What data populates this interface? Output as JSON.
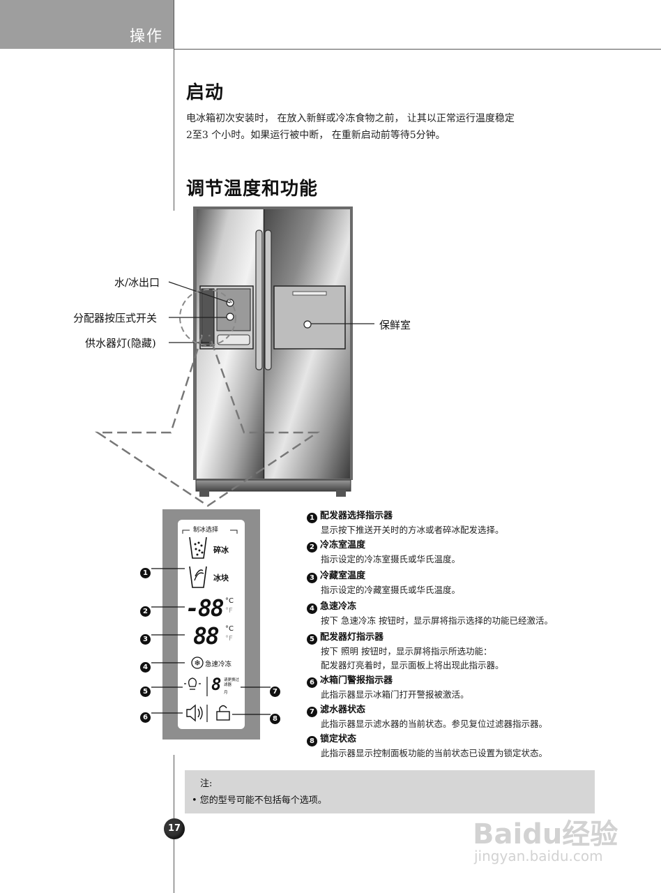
{
  "header": {
    "section": "操作"
  },
  "startup": {
    "title": "启动",
    "lines": [
      "电冰箱初次安装时， 在放入新鲜或冷冻食物之前， 让其以正常运行温度稳定",
      "2至3  个小时。如果运行被中断， 在重新启动前等待5分钟。"
    ]
  },
  "adjust": {
    "title": "调节温度和功能"
  },
  "fridge_callouts": {
    "outlet": "水/冰出口",
    "dispenser_switch": "分配器按压式开关",
    "dispenser_lamp": "供水器灯(隐藏)",
    "fresh_room": "保鲜室"
  },
  "panel": {
    "ice_select_label": "制冰选择",
    "crushed": "碎冰",
    "cubed": "冰块",
    "freezer_temp": "-88",
    "fridge_temp": "88",
    "unit_c": "°C",
    "unit_f": "°F",
    "express_freeze": "急速冷冻",
    "filter_digit": "8",
    "filter_text": "请更换过滤器",
    "filter_month": "月",
    "markers": [
      "1",
      "2",
      "3",
      "4",
      "5",
      "6",
      "7",
      "8"
    ]
  },
  "descriptions": [
    {
      "num": "1",
      "title": "配发器选择指示器",
      "lines": [
        "显示按下推送开关时的方冰或者碎冰配发选择。"
      ]
    },
    {
      "num": "2",
      "title": "冷冻室温度",
      "lines": [
        "指示设定的冷冻室摄氏或华氏温度。"
      ]
    },
    {
      "num": "3",
      "title": "冷藏室温度",
      "lines": [
        "指示设定的冷藏室摄氏或华氏温度。"
      ]
    },
    {
      "num": "4",
      "title": "急速冷冻",
      "lines": [
        "按下  急速冷冻  按钮时，显示屏将指示选择的功能已经激活。"
      ]
    },
    {
      "num": "5",
      "title": "配发器灯指示器",
      "lines": [
        "按下  照明  按钮时，显示屏将指示所选功能：",
        "配发器灯亮着时，显示面板上将出现此指示器。"
      ]
    },
    {
      "num": "6",
      "title": "冰箱门警报指示器",
      "lines": [
        "此指示器显示冰箱门打开警报被激活。"
      ]
    },
    {
      "num": "7",
      "title": "滤水器状态",
      "lines": [
        "此指示器显示滤水器的当前状态。参见复位过滤器指示器。"
      ]
    },
    {
      "num": "8",
      "title": "锁定状态",
      "lines": [
        "此指示器显示控制面板功能的当前状态已设置为锁定状态。"
      ]
    }
  ],
  "note": {
    "title": "注:",
    "text": "• 您的型号可能不包括每个选项。"
  },
  "page_number": "17",
  "watermark": {
    "brand": "Baidu经验",
    "url": "jingyan.baidu.com"
  }
}
